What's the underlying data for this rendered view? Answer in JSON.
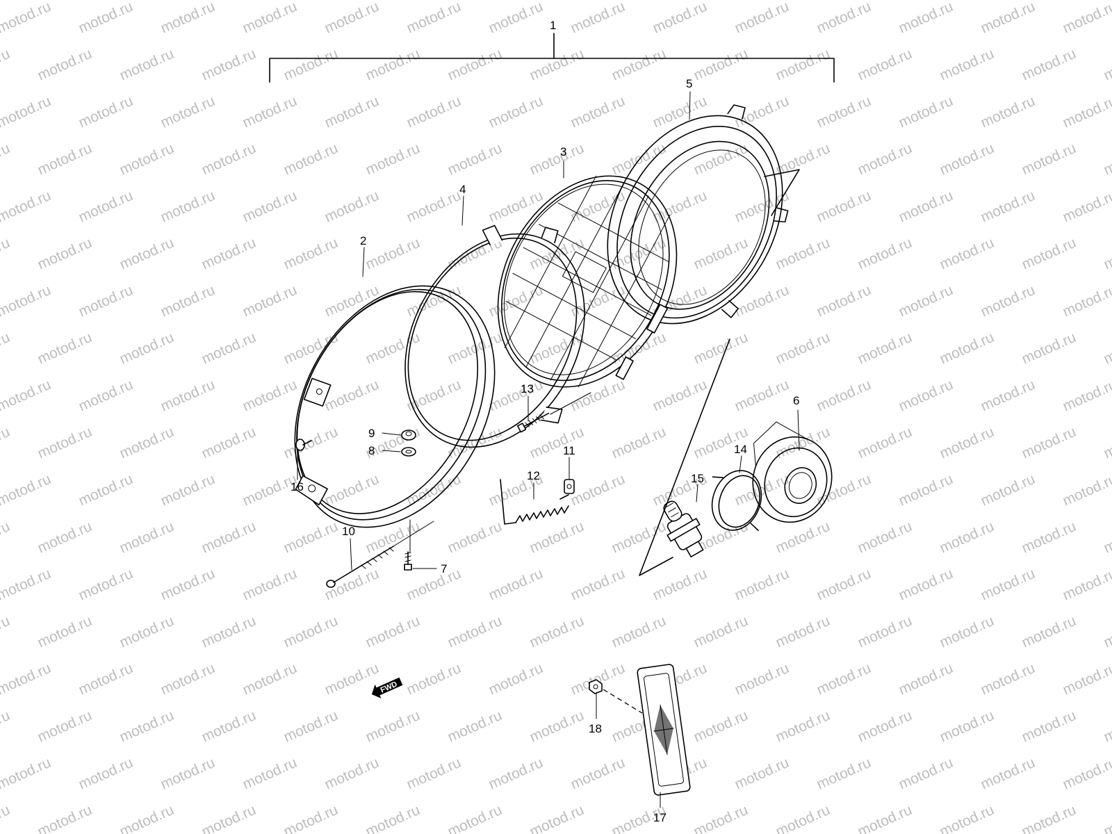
{
  "diagram": {
    "watermark": "motod.ru",
    "fwd_label": "FWD",
    "callouts": [
      {
        "id": "1",
        "text": "1"
      },
      {
        "id": "2",
        "text": "2"
      },
      {
        "id": "3",
        "text": "3"
      },
      {
        "id": "4",
        "text": "4"
      },
      {
        "id": "5",
        "text": "5"
      },
      {
        "id": "6",
        "text": "6"
      },
      {
        "id": "7",
        "text": "7"
      },
      {
        "id": "8",
        "text": "8"
      },
      {
        "id": "9",
        "text": "9"
      },
      {
        "id": "10",
        "text": "10"
      },
      {
        "id": "11",
        "text": "11"
      },
      {
        "id": "12",
        "text": "12"
      },
      {
        "id": "13",
        "text": "13"
      },
      {
        "id": "14",
        "text": "14"
      },
      {
        "id": "15",
        "text": "15"
      },
      {
        "id": "16",
        "text": "16"
      },
      {
        "id": "17",
        "text": "17"
      },
      {
        "id": "18",
        "text": "18"
      }
    ],
    "colors": {
      "line": "#000000",
      "watermark": "#bdbdbd",
      "background": "#ffffff"
    }
  }
}
